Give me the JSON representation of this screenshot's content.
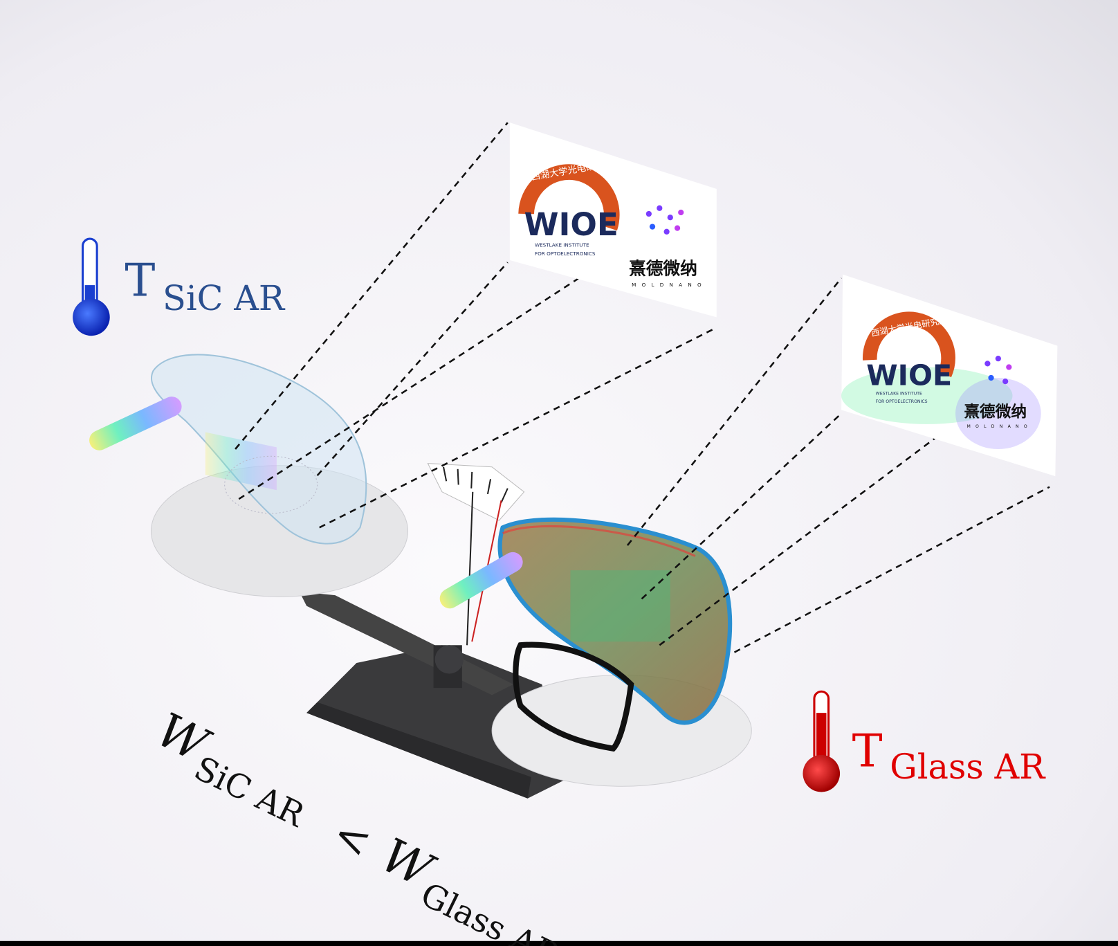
{
  "labels": {
    "t_sic": {
      "main": "T",
      "sub": "SiC AR"
    },
    "t_glass": {
      "main": "T",
      "sub": "Glass AR"
    },
    "w_sic": {
      "main": "W",
      "sub": "SiC AR"
    },
    "w_glass": {
      "main": "W",
      "sub": "Glass AR"
    },
    "comparison": "<"
  },
  "logos": {
    "wioe_arc_text": "西湖大学光电研究院",
    "wioe_mark": "WIOE",
    "wioe_line1": "WESTLAKE INSTITUTE",
    "wioe_line2": "FOR OPTOELECTRONICS",
    "moldnano_cn": "熹德微纳",
    "moldnano_en": "MOLDNANO"
  },
  "colors": {
    "cold": "#1a3fd0",
    "hot": "#e00000",
    "sic_label": "#2a4f8f",
    "glass_label": "#e00000",
    "wioe_orange": "#d9531e",
    "wioe_navy": "#1b2a5c",
    "base": "#3a3a3c"
  }
}
